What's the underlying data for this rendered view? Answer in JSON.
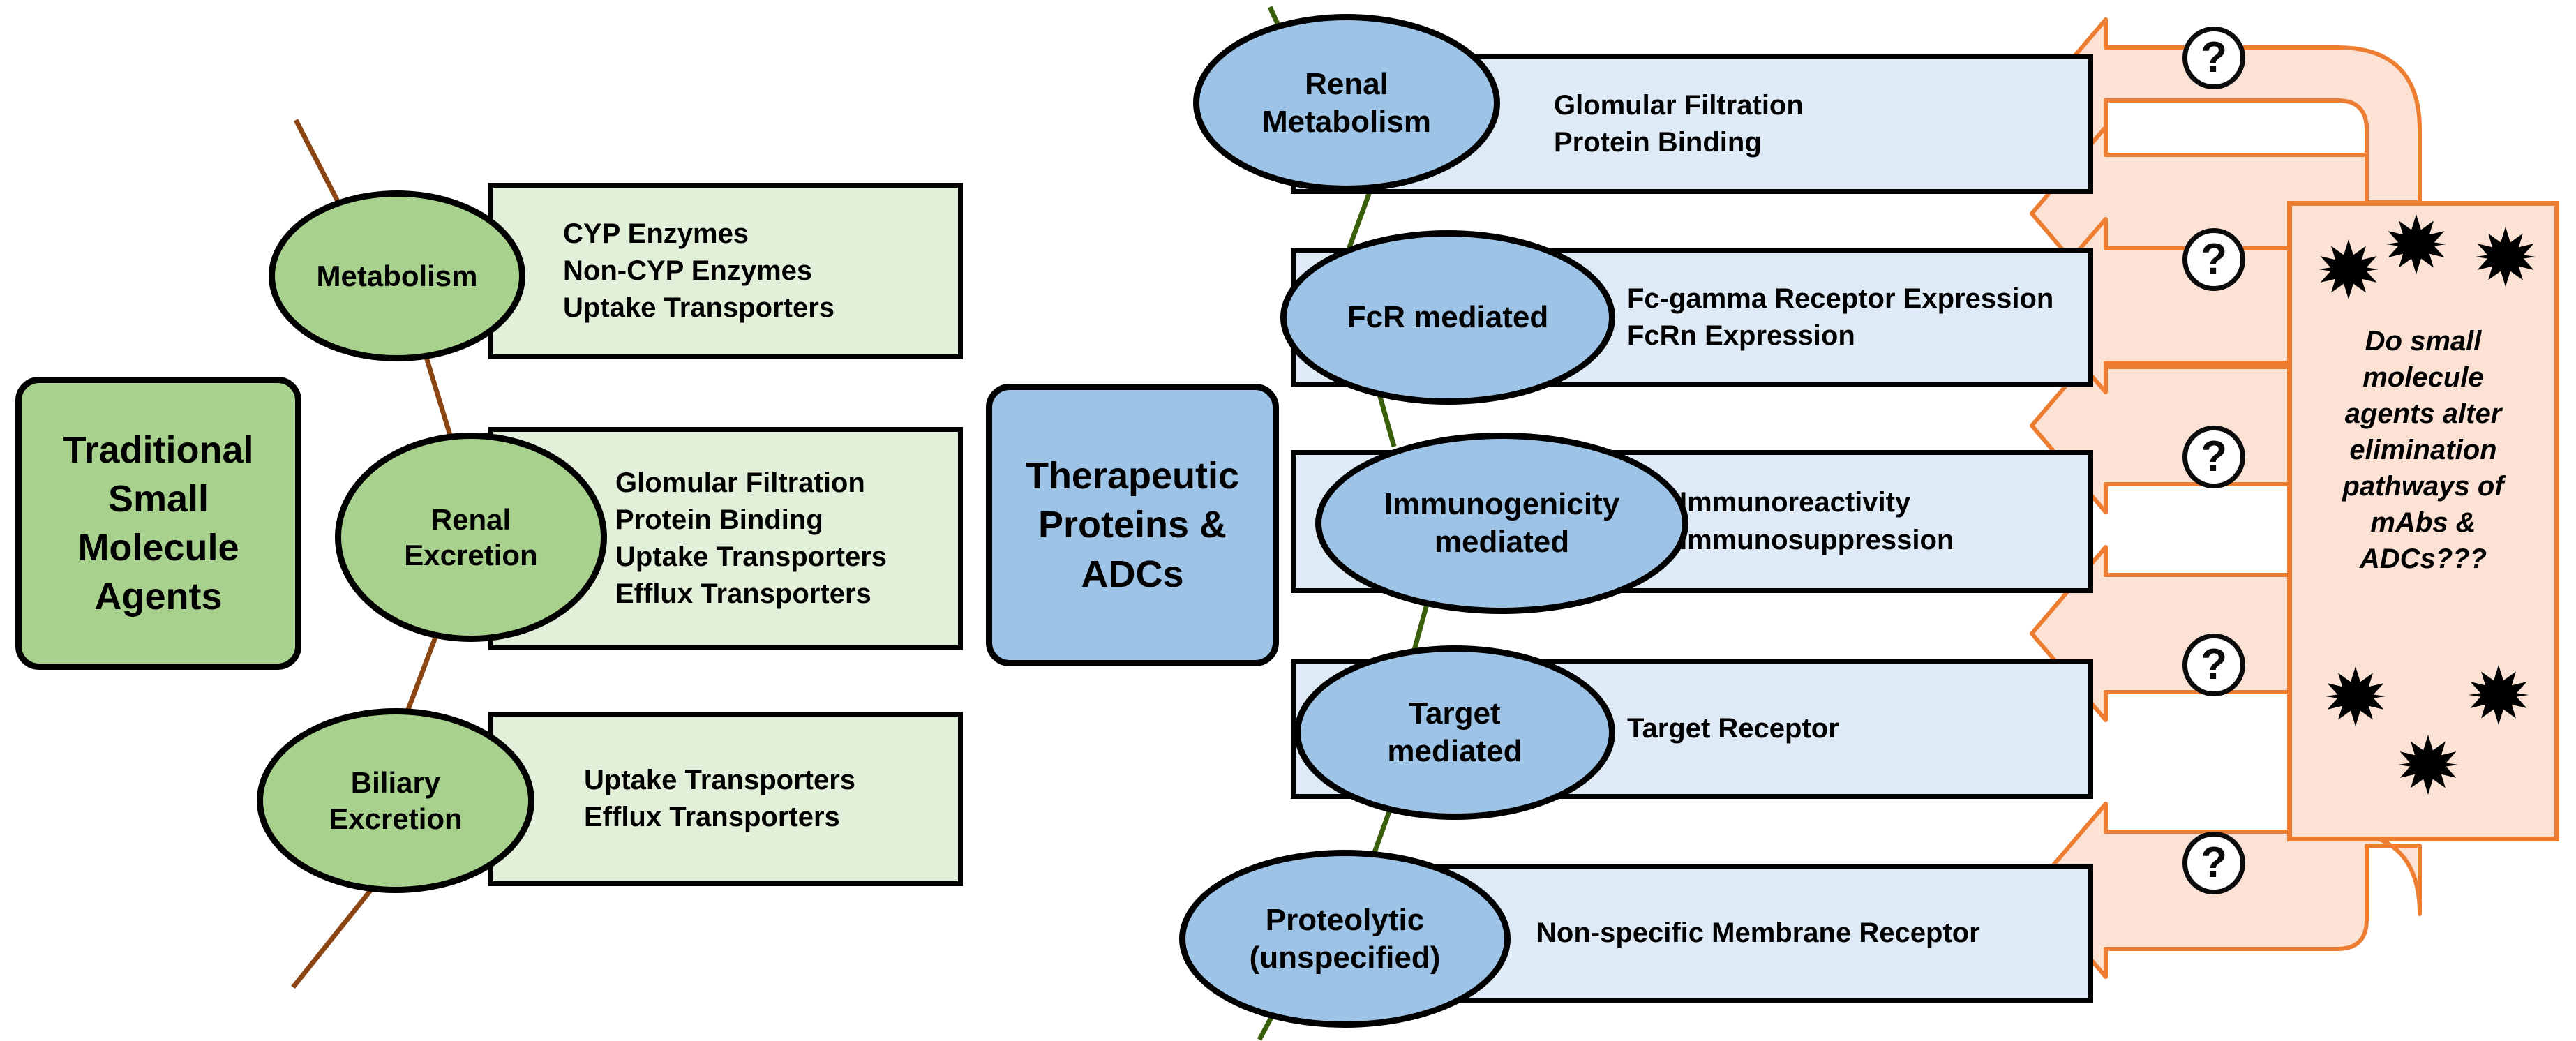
{
  "diagram": {
    "title_small_molecule": "Traditional\nSmall\nMolecule\nAgents",
    "title_biologics": "Therapeutic\nProteins &\nADCs",
    "small_molecule_label_lines": [
      "Traditional",
      "Small",
      "Molecule",
      "Agents"
    ],
    "biologics_label_lines": [
      "Therapeutic",
      "Proteins &",
      "ADCs"
    ],
    "small_molecule_pathways": [
      {
        "name": "Metabolism",
        "name_lines": [
          "Metabolism"
        ],
        "factors": [
          "CYP Enzymes",
          "Non-CYP Enzymes",
          "Uptake Transporters"
        ]
      },
      {
        "name": "Renal Excretion",
        "name_lines": [
          "Renal",
          "Excretion"
        ],
        "factors": [
          "Glomular Filtration",
          "Protein Binding",
          "Uptake Transporters",
          "Efflux Transporters"
        ]
      },
      {
        "name": "Biliary Excretion",
        "name_lines": [
          "Biliary",
          "Excretion"
        ],
        "factors": [
          "Uptake Transporters",
          "Efflux Transporters"
        ]
      }
    ],
    "biologic_pathways": [
      {
        "name": "Renal Metabolism",
        "name_lines": [
          "Renal",
          "Metabolism"
        ],
        "factors": [
          "Glomular Filtration",
          "Protein Binding"
        ]
      },
      {
        "name": "FcR mediated",
        "name_lines": [
          "FcR mediated"
        ],
        "factors": [
          "Fc-gamma Receptor Expression",
          "FcRn Expression"
        ]
      },
      {
        "name": "Immunogenicity mediated",
        "name_lines": [
          "Immunogenicity",
          "mediated"
        ],
        "factors": [
          "Immunoreactivity",
          "Immunosuppression"
        ]
      },
      {
        "name": "Target mediated",
        "name_lines": [
          "Target",
          "mediated"
        ],
        "factors": [
          "Target Receptor"
        ]
      },
      {
        "name": "Proteolytic (unspecified)",
        "name_lines": [
          "Proteolytic",
          "(unspecified)"
        ],
        "factors": [
          "Non-specific Membrane Receptor"
        ]
      }
    ],
    "question_panel": {
      "text": "Do small molecule agents alter elimination pathways of mAbs & ADCs???",
      "lines": [
        "Do small",
        "molecule",
        "agents alter",
        "elimination",
        "pathways of",
        "mAbs &",
        "ADCs???"
      ],
      "burst_count": 6,
      "burst_icon": "starburst-icon"
    },
    "question_markers": [
      "?",
      "?",
      "?",
      "?",
      "?"
    ],
    "arrow_count": 5,
    "colors": {
      "green_fill": "#A9D18E",
      "green_box_fill": "#E2EFD9",
      "blue_fill": "#9DC3E6",
      "blue_box_fill": "#DEEAF6",
      "orange_border": "#ED7D31",
      "orange_panel_fill": "#FBE2D5",
      "arrow_fill": "#FBE2D5",
      "arrow_stroke": "#ED7D31",
      "outline": "#000000",
      "wire_green": "#3A5F0B",
      "wire_brown": "#A0522D"
    }
  }
}
